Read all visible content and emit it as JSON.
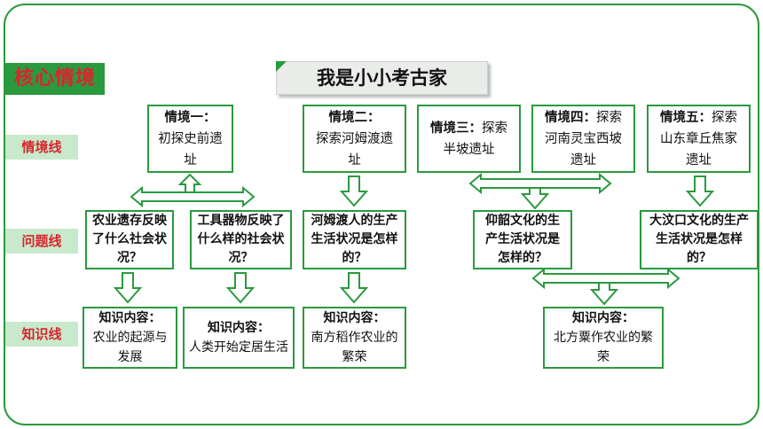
{
  "core_label": "核心情境",
  "title": "我是小小考古家",
  "rows": {
    "scene_line": "情境线",
    "question_line": "问题线",
    "knowledge_line": "知识线"
  },
  "scenes": [
    {
      "head": "情境一：",
      "body": "初探史前遗址"
    },
    {
      "head": "情境二：",
      "body": "探索河姆渡遗址"
    },
    {
      "head": "情境三：",
      "body": "探索半坡遗址"
    },
    {
      "head": "情境四：",
      "body": "探索河南灵宝西坡遗址"
    },
    {
      "head": "情境五：",
      "body": "探索山东章丘焦家遗址"
    }
  ],
  "questions": [
    "农业遗存反映了什么社会状况？",
    "工具器物反映了什么样的社会状况？",
    "河姆渡人的生产生活状况是怎样的？",
    "仰韶文化的生产生活状况是怎样的？",
    "大汶口文化的生产生活状况是怎样的？"
  ],
  "knowledge": [
    {
      "head": "知识内容：",
      "body": "农业的起源与发展"
    },
    {
      "head": "知识内容：",
      "body": "人类开始定居生活"
    },
    {
      "head": "知识内容：",
      "body": "南方稻作农业的繁荣"
    },
    {
      "head": "知识内容：",
      "body": "北方粟作农业的繁荣"
    }
  ],
  "colors": {
    "accent_green": "#2a9a3e",
    "label_red": "#d9262c",
    "label_bg": "#c8e9cc"
  }
}
